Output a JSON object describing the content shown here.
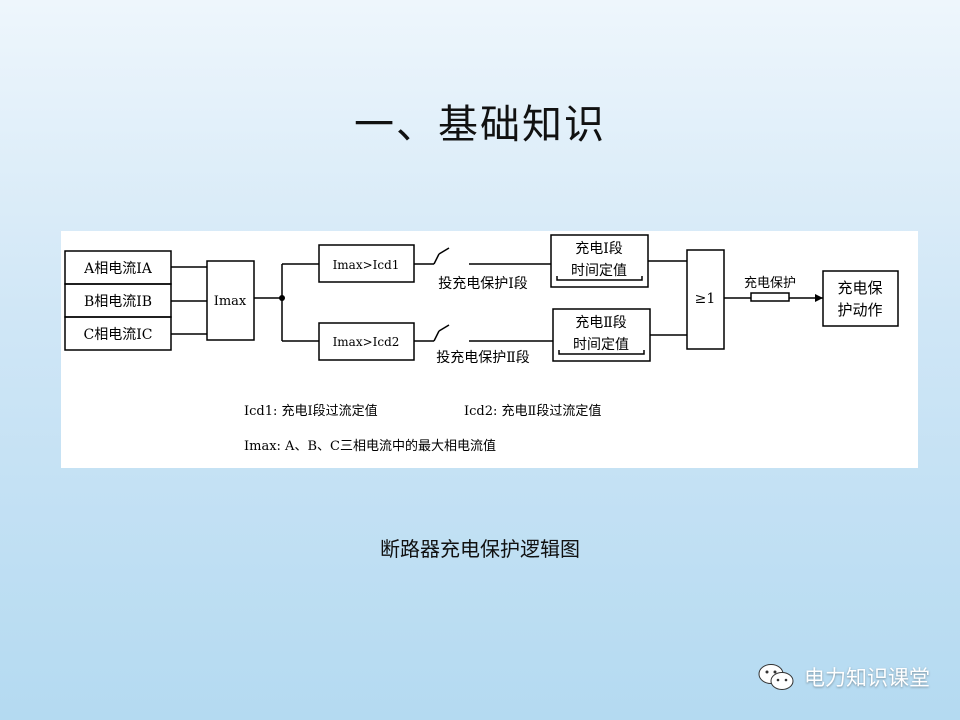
{
  "slide": {
    "title": "一、基础知识",
    "caption": "断路器充电保护逻辑图"
  },
  "diagram": {
    "inputs": [
      "A相电流IA",
      "B相电流IB",
      "C相电流IC"
    ],
    "imax_label": "Imax",
    "comparators": [
      "Imax>Icd1",
      "Imax>Icd2"
    ],
    "switch_labels": [
      "投充电保护Ⅰ段",
      "投充电保护Ⅱ段"
    ],
    "timers": [
      {
        "line1": "充电Ⅰ段",
        "line2": "时间定值"
      },
      {
        "line1": "充电Ⅱ段",
        "line2": "时间定值"
      }
    ],
    "or_gate": "≥1",
    "link_label": "充电保护",
    "output": {
      "line1": "充电保",
      "line2": "护动作"
    },
    "legend": [
      "Icd1: 充电Ⅰ段过流定值",
      "Icd2: 充电Ⅱ段过流定值",
      "Imax: A、B、C三相电流中的最大相电流值"
    ]
  },
  "watermark": {
    "text": "电力知识课堂",
    "icon": "wechat-icon"
  }
}
